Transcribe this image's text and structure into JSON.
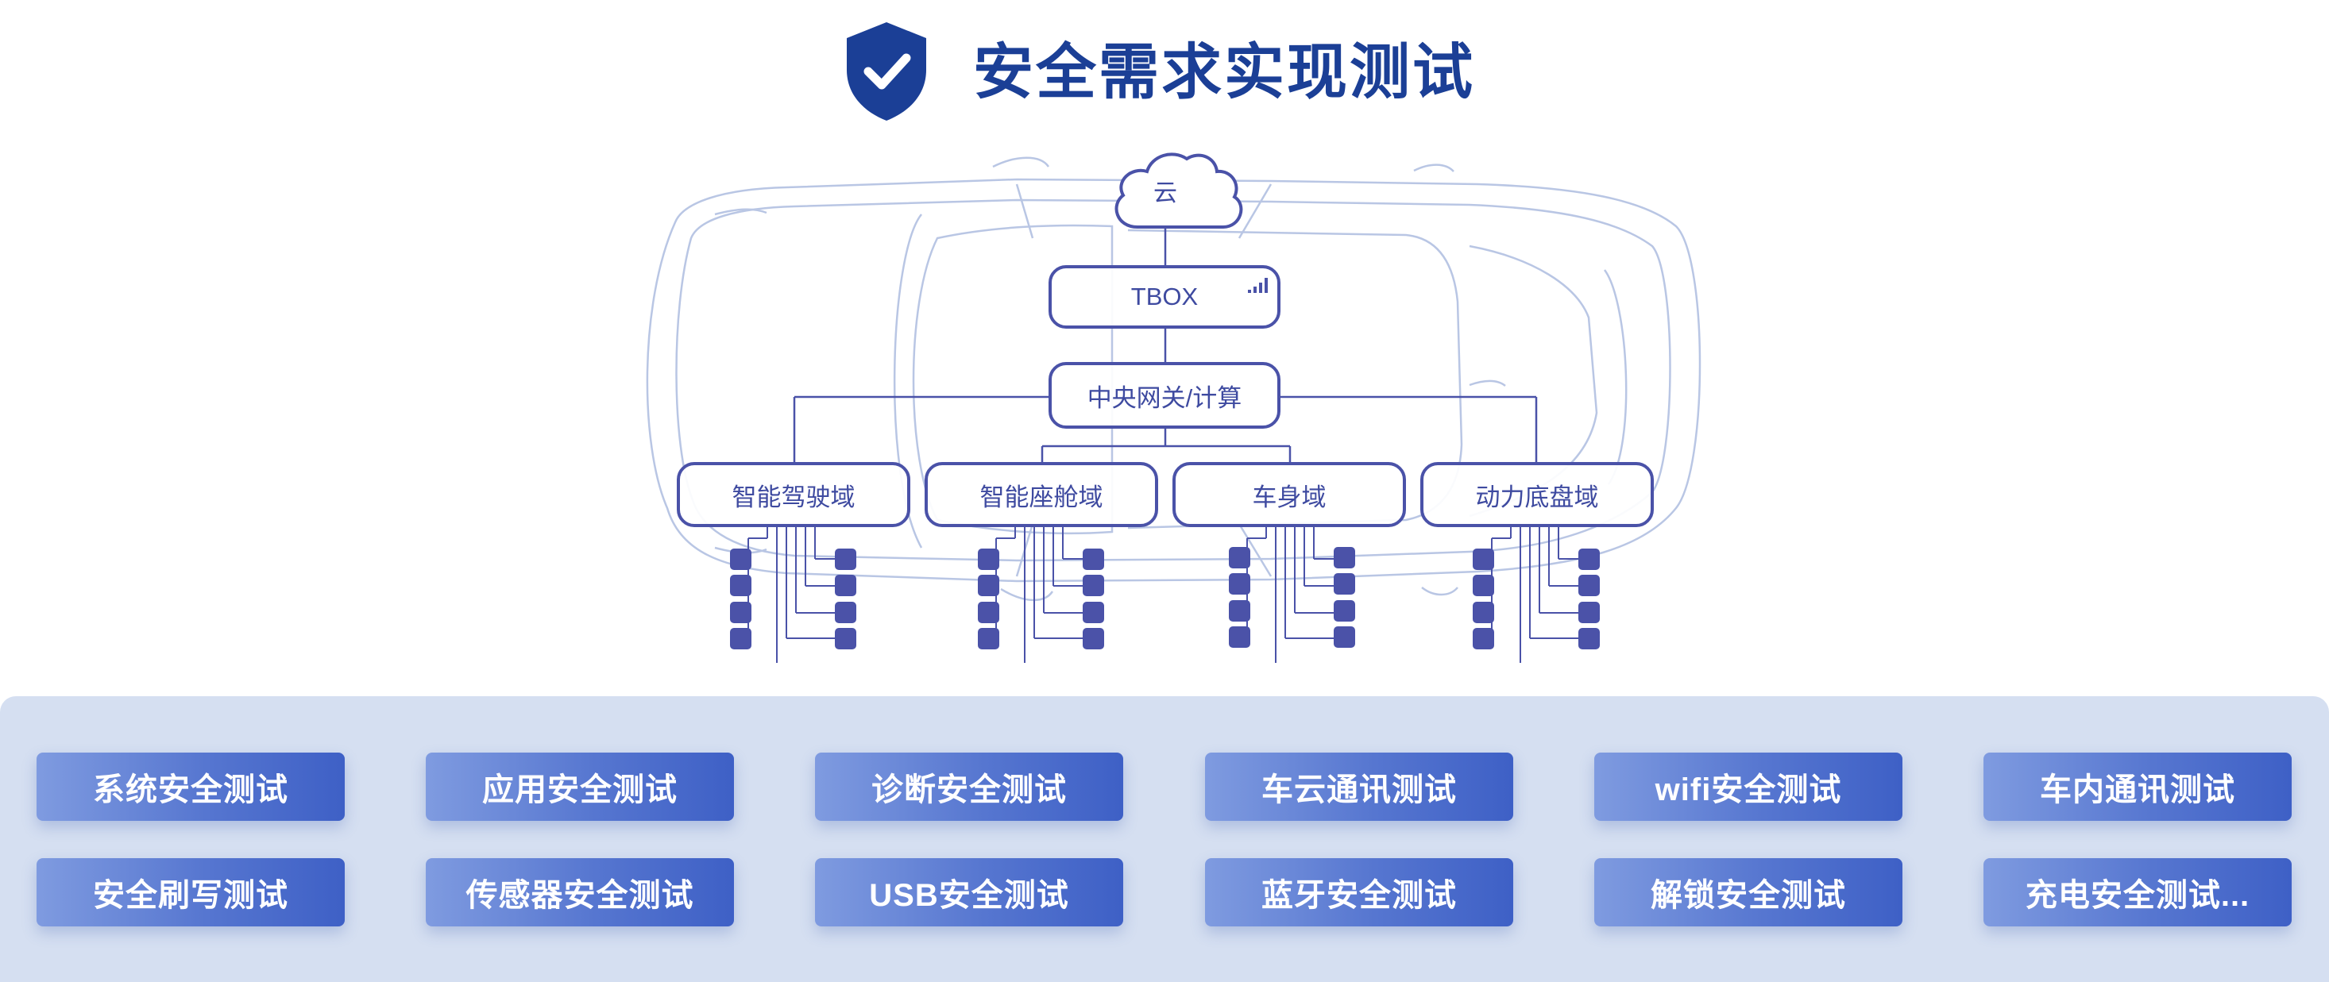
{
  "header": {
    "title": "安全需求实现测试",
    "icon": "shield-check-icon"
  },
  "architecture": {
    "cloud": "云",
    "tbox": "TBOX",
    "gateway": "中央网关/计算",
    "domains": [
      "智能驾驶域",
      "智能座舱域",
      "车身域",
      "动力底盘域"
    ]
  },
  "tests": {
    "row1": [
      "系统安全测试",
      "应用安全测试",
      "诊断安全测试",
      "车云通讯测试",
      "wifi安全测试",
      "车内通讯测试"
    ],
    "row2": [
      "安全刷写测试",
      "传感器安全测试",
      "USB安全测试",
      "蓝牙安全测试",
      "解锁安全测试",
      "充电安全测试..."
    ]
  },
  "colors": {
    "title": "#1b3f96",
    "shield": "#1b3f96",
    "node_border": "#4a52a8",
    "ecu": "#4b52a8",
    "car_outline": "#b9c6e4",
    "panel_bg": "#d5dff1",
    "button_start": "#7f9be0",
    "button_end": "#3e60c6"
  }
}
